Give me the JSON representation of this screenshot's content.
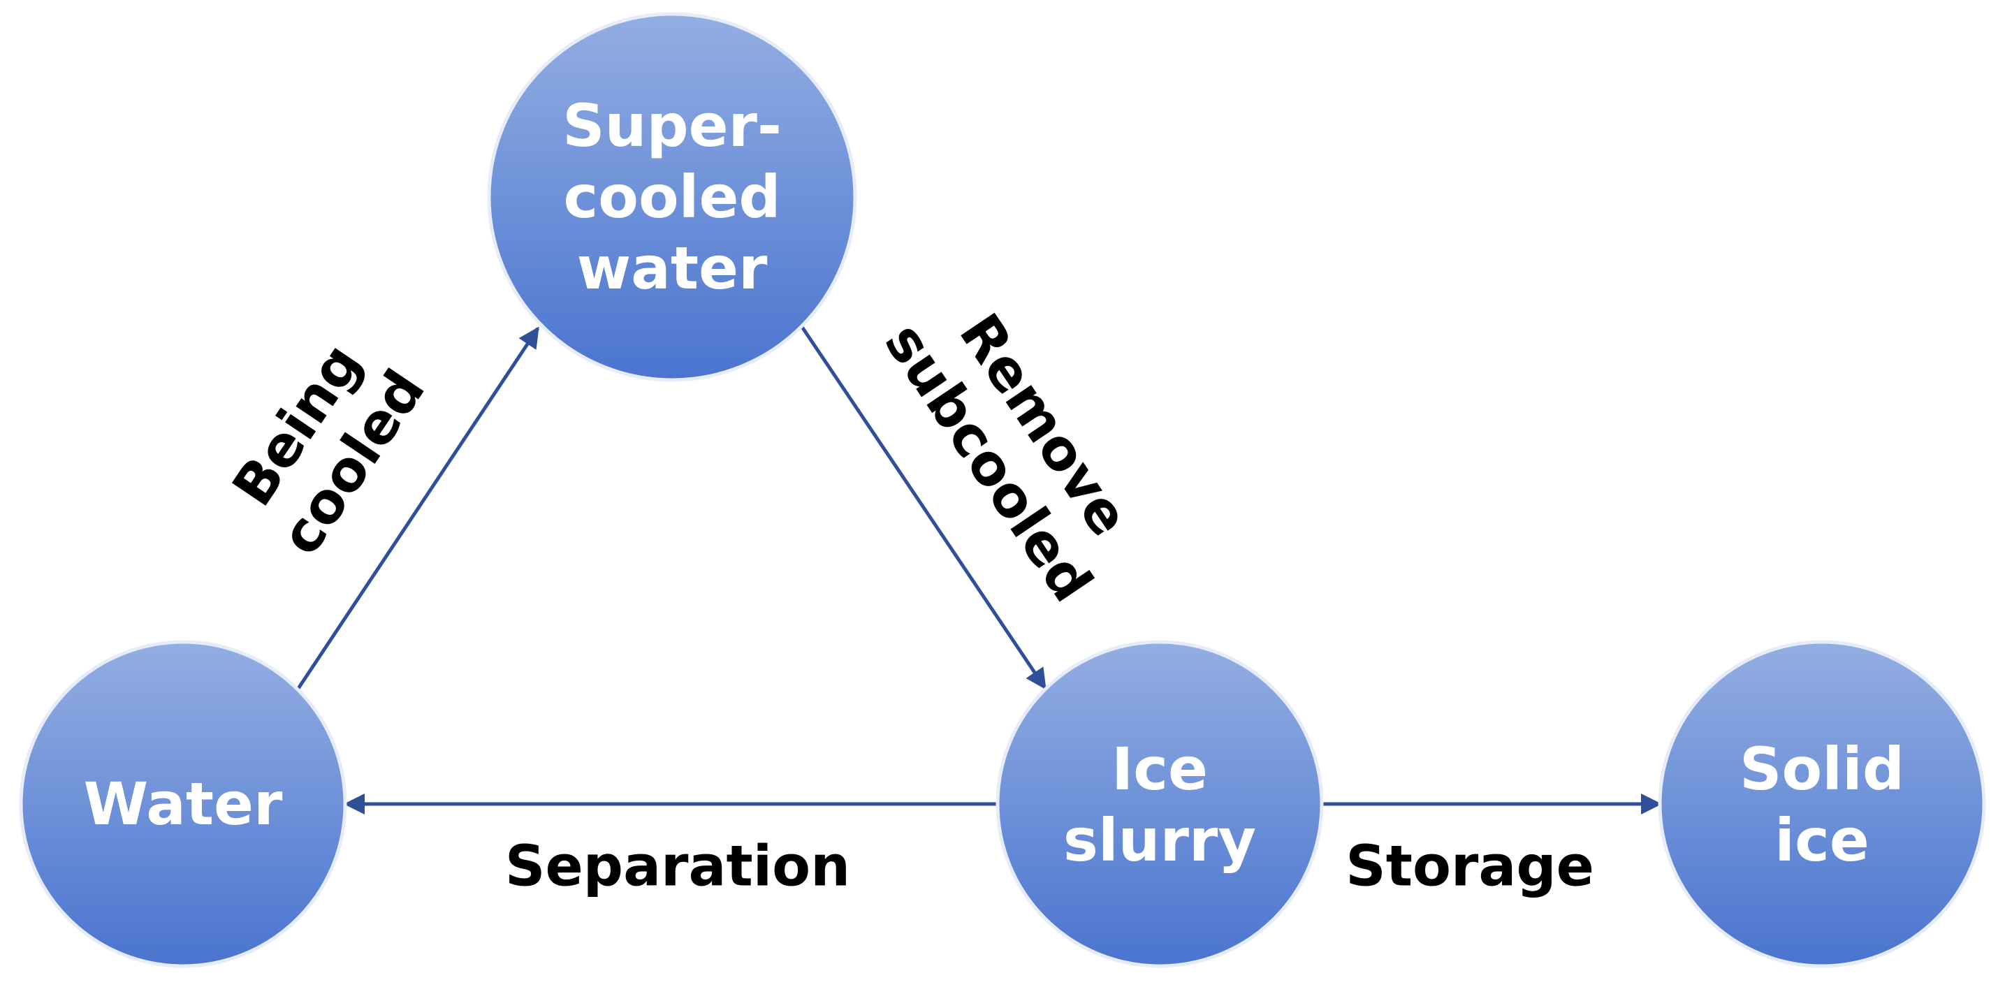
{
  "colors": {
    "node_top": "#93aee2",
    "node_bottom": "#4a74cf",
    "node_border": "#e6ecf8",
    "arrow": "#2f4f9a",
    "label": "#000000",
    "node_text": "#ffffff"
  },
  "nodes": {
    "supercooled_water": {
      "lines": [
        "Super-",
        "cooled",
        "water"
      ]
    },
    "water": {
      "lines": [
        "Water"
      ]
    },
    "ice_slurry": {
      "lines": [
        "Ice",
        "slurry"
      ]
    },
    "solid_ice": {
      "lines": [
        "Solid",
        "ice"
      ]
    }
  },
  "edges": {
    "being_cooled": {
      "from": "Water",
      "to": "Super-cooled water",
      "lines": [
        "Being",
        "cooled"
      ]
    },
    "remove_subcooled": {
      "from": "Super-cooled water",
      "to": "Ice slurry",
      "lines": [
        "Remove",
        "subcooled"
      ]
    },
    "separation": {
      "from": "Ice slurry",
      "to": "Water",
      "lines": [
        "Separation"
      ]
    },
    "storage": {
      "from": "Ice slurry",
      "to": "Solid ice",
      "lines": [
        "Storage"
      ]
    }
  }
}
